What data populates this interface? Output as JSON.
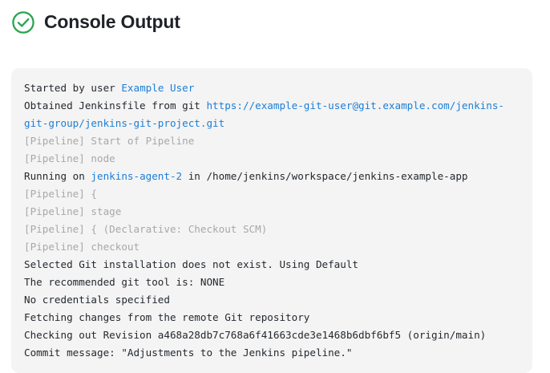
{
  "header": {
    "title": "Console Output",
    "status_icon": "check-circle-icon",
    "status_color": "#2aa44f"
  },
  "colors": {
    "panel_background": "#f4f4f4",
    "text": "#24292f",
    "link": "#1c7ed6",
    "muted": "#a8a8a8",
    "title": "#1f2228"
  },
  "console": {
    "lines": [
      {
        "segments": [
          {
            "text": "Started by user ",
            "style": "plain"
          },
          {
            "text": "Example User",
            "style": "link"
          }
        ]
      },
      {
        "segments": [
          {
            "text": "Obtained Jenkinsfile from git ",
            "style": "plain"
          },
          {
            "text": "https://example-git-user@git.example.com/jenkins-git-group/jenkins-git-project.git",
            "style": "link"
          }
        ]
      },
      {
        "segments": [
          {
            "text": "[Pipeline] Start of Pipeline",
            "style": "muted"
          }
        ]
      },
      {
        "segments": [
          {
            "text": "[Pipeline] node",
            "style": "muted"
          }
        ]
      },
      {
        "segments": [
          {
            "text": "Running on ",
            "style": "plain"
          },
          {
            "text": "jenkins-agent-2",
            "style": "link"
          },
          {
            "text": " in /home/jenkins/workspace/jenkins-example-app",
            "style": "plain"
          }
        ]
      },
      {
        "segments": [
          {
            "text": "[Pipeline] {",
            "style": "muted"
          }
        ]
      },
      {
        "segments": [
          {
            "text": "[Pipeline] stage",
            "style": "muted"
          }
        ]
      },
      {
        "segments": [
          {
            "text": "[Pipeline] { (Declarative: Checkout SCM)",
            "style": "muted"
          }
        ]
      },
      {
        "segments": [
          {
            "text": "[Pipeline] checkout",
            "style": "muted"
          }
        ]
      },
      {
        "segments": [
          {
            "text": "Selected Git installation does not exist. Using Default",
            "style": "plain"
          }
        ]
      },
      {
        "segments": [
          {
            "text": "The recommended git tool is: NONE",
            "style": "plain"
          }
        ]
      },
      {
        "segments": [
          {
            "text": "No credentials specified",
            "style": "plain"
          }
        ]
      },
      {
        "segments": [
          {
            "text": "Fetching changes from the remote Git repository",
            "style": "plain"
          }
        ]
      },
      {
        "segments": [
          {
            "text": "Checking out Revision a468a28db7c768a6f41663cde3e1468b6dbf6bf5 (origin/main)",
            "style": "plain"
          }
        ]
      },
      {
        "segments": [
          {
            "text": "Commit message: \"Adjustments to the Jenkins pipeline.\"",
            "style": "plain"
          }
        ]
      }
    ]
  }
}
